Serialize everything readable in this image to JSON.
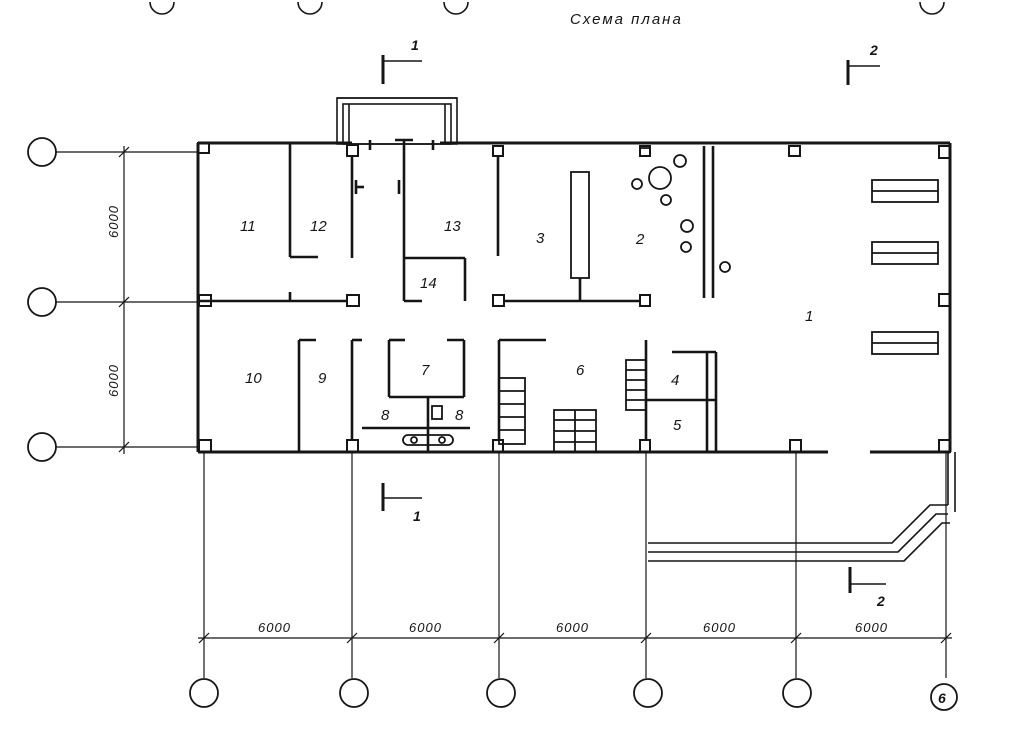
{
  "title": "Схема плана",
  "rooms": [
    "1",
    "2",
    "3",
    "4",
    "5",
    "6",
    "7",
    "8",
    "8",
    "9",
    "10",
    "11",
    "12",
    "13",
    "14"
  ],
  "dimensions": {
    "horizontal": [
      "6000",
      "6000",
      "6000",
      "6000",
      "6000"
    ],
    "vertical": [
      "6000",
      "6000"
    ]
  },
  "sections": {
    "s1_top": "1",
    "s2_top": "2",
    "s1_bottom": "1",
    "s2_bottom": "2"
  },
  "axis_marks": {
    "bottom_last": "6"
  }
}
